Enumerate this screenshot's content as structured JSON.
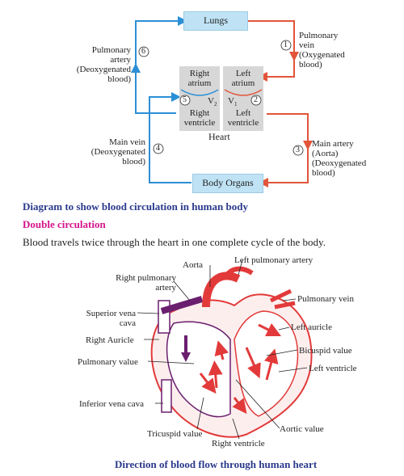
{
  "circulation_diagram": {
    "lungs": "Lungs",
    "body_organs": "Body Organs",
    "heart": "Heart",
    "right_atrium": [
      "Right",
      "atrium"
    ],
    "left_atrium": [
      "Left",
      "atrium"
    ],
    "right_ventricle": [
      "Right",
      "ventricle"
    ],
    "left_ventricle": [
      "Left",
      "ventricle"
    ],
    "valve_v2": "V",
    "valve_v2_sub": "2",
    "valve_v1": "V",
    "valve_v1_sub": "1",
    "markers": [
      "1",
      "2",
      "3",
      "4",
      "5",
      "6"
    ],
    "pulmonary_artery": [
      "Pulmonary",
      "artery",
      "(Deoxygenated",
      "blood)"
    ],
    "pulmonary_vein": [
      "Pulmonary",
      "vein",
      "(Oxygenated",
      "blood)"
    ],
    "main_vein": [
      "Main vein",
      "(Deoxygenated",
      "blood)"
    ],
    "main_artery": [
      "Main artery",
      "(Aorta)",
      "(Deoxygenated",
      "blood)"
    ],
    "colors": {
      "oxygenated": "#e2553a",
      "deoxygenated": "#2b8fd6",
      "box_fill": "#bfe3f5",
      "chamber_fill": "#d7d7d7"
    }
  },
  "caption1": "Diagram to show blood circulation in human body",
  "section_title": "Double circulation",
  "body_text": "Blood travels twice through the heart in one complete cycle of the body.",
  "heart_diagram": {
    "labels": {
      "aorta": "Aorta",
      "left_pulmonary_artery": "Left pulmonary artery",
      "right_pulmonary_artery": [
        "Right pulmonary",
        "artery"
      ],
      "superior_vena_cava": [
        "Superior vena",
        "cava"
      ],
      "right_auricle": "Right Auricle",
      "pulmonary_valve": "Pulmonary value",
      "inferior_vena_cava": "Inferior vena cava",
      "tricuspid_valve": "Tricuspid value",
      "right_ventricle": "Right ventricle",
      "aortic_valve": "Aortic value",
      "pulmonary_vein": "Pulmonary vein",
      "left_auricle": "Left auricle",
      "bicuspid_valve": "Bicuspid value",
      "left_ventricle": "Left ventricle"
    },
    "colors": {
      "oxygenated": "#e23a3a",
      "deoxygenated": "#6a1f6e"
    }
  },
  "caption2": "Direction of blood flow through human heart",
  "caption_color": "#2a3a8c",
  "section_color": "#d4148a"
}
